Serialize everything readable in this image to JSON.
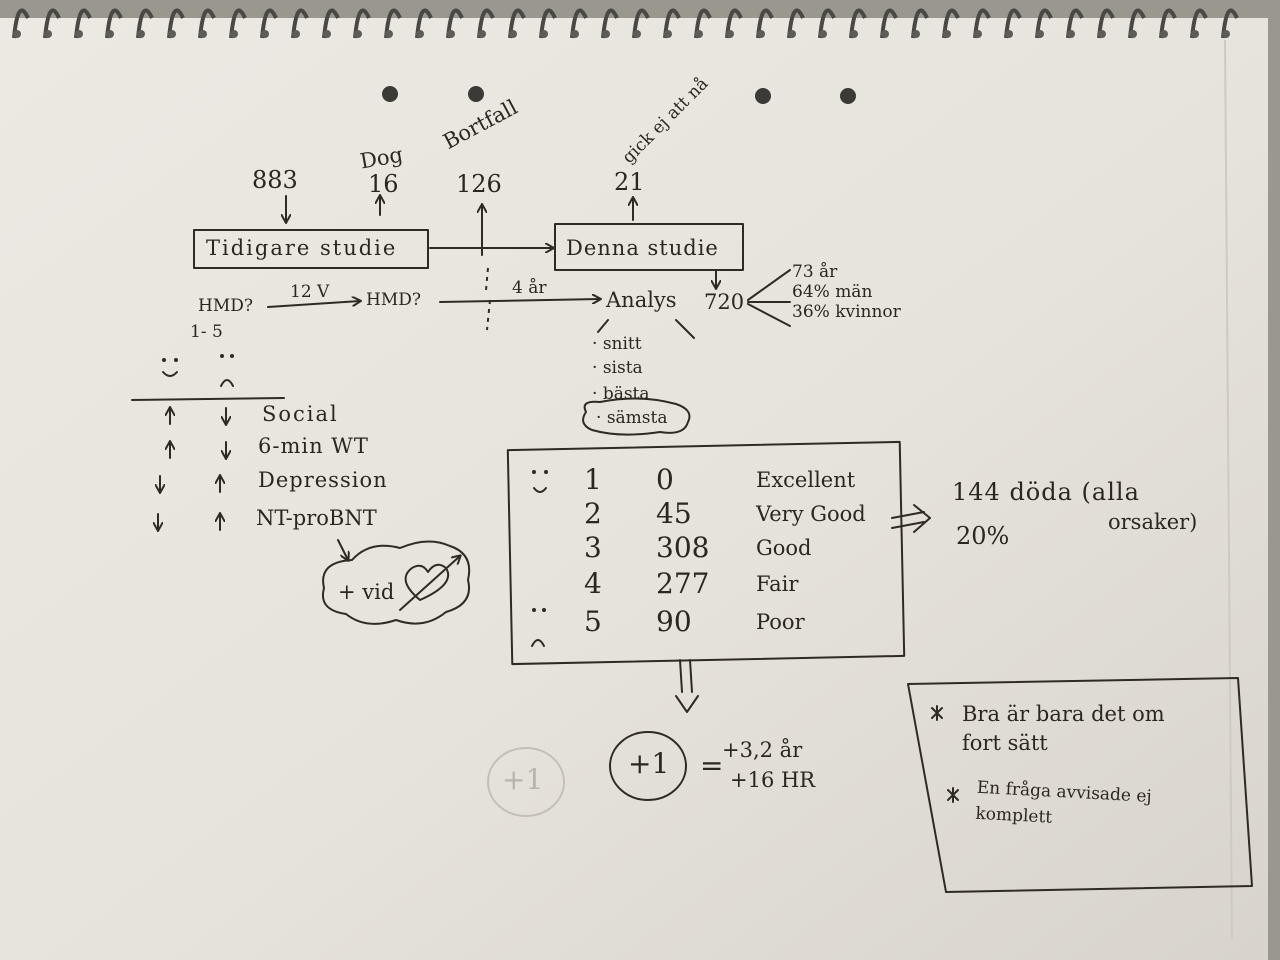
{
  "top": {
    "n_prior": "883",
    "died_label": "Dog",
    "died_count": "16",
    "dropout_label": "Bortfall",
    "dropout_count": "126",
    "excluded_label": "gick ej att nå",
    "excluded_count": "21"
  },
  "boxes": {
    "prior_study": "Tidigare studie",
    "this_study": "Denna studie"
  },
  "flow": {
    "hmd_1": "HMD?",
    "interval": "12 V",
    "hmd_2": "HMD?",
    "years": "4 år",
    "analysis": "Analys",
    "analysis_n": "720",
    "scale": "1- 5"
  },
  "demographics": [
    "73 år",
    "64% män",
    "36% kvinnor"
  ],
  "stats": [
    "snitt",
    "sista",
    "bästa",
    "sämsta"
  ],
  "correlates": [
    "Social",
    "6-min WT",
    "Depression",
    "NT-proBNT"
  ],
  "heart_note": "+ vid",
  "ratings": {
    "rows": [
      {
        "rank": "1",
        "count": "0",
        "label": "Excellent"
      },
      {
        "rank": "2",
        "count": "45",
        "label": "Very Good"
      },
      {
        "rank": "3",
        "count": "308",
        "label": "Good"
      },
      {
        "rank": "4",
        "count": "277",
        "label": "Fair"
      },
      {
        "rank": "5",
        "count": "90",
        "label": "Poor"
      }
    ]
  },
  "deaths": {
    "line1": "144 döda (alla",
    "line2": "orsaker)",
    "pct": "20%"
  },
  "result": {
    "plus_one": "+1",
    "eq": "=",
    "line1": "+3,2 år",
    "line2": "+16 HR",
    "ghost": "+1"
  },
  "notes": [
    "Bra är bara det om fort sätt",
    "En fråga avvisade ej komplett"
  ]
}
